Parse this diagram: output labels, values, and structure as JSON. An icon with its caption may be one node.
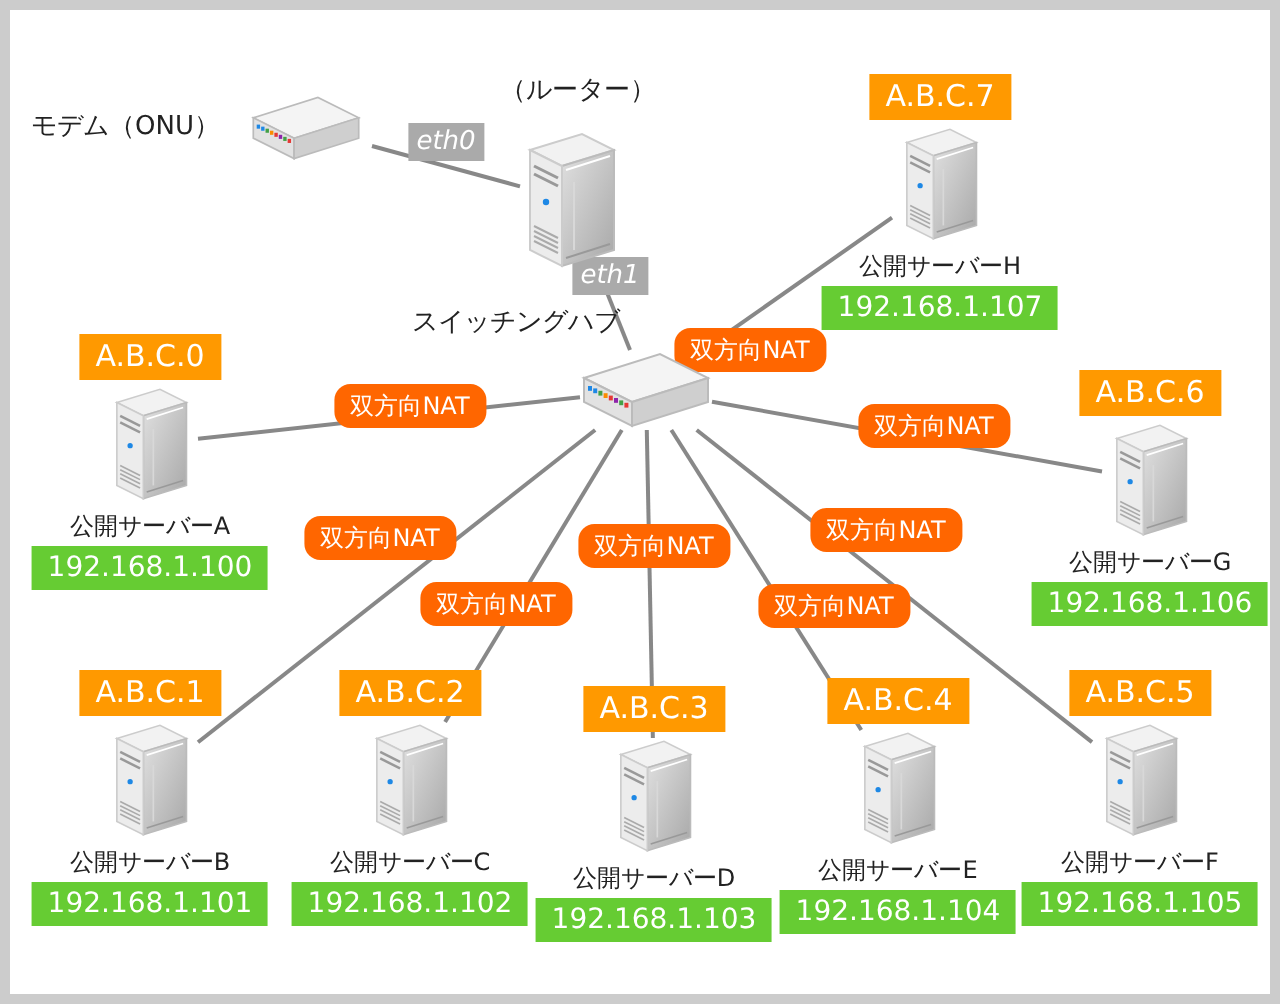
{
  "diagram": {
    "nodes": [
      {
        "text": [],
        "shape": "picture",
        "beside": [
          "モデム（ONU）"
        ]
      },
      {
        "text": [],
        "shape": "picture",
        "beside": [
          "（ルーター）"
        ]
      },
      {
        "text": [],
        "shape": "picture",
        "beside": [
          "スイッチングハブ"
        ]
      },
      {
        "text": [],
        "shape": "picture",
        "beside": [
          "A.B.C.0",
          "公開サーバーA",
          "192.168.1.100"
        ]
      },
      {
        "text": [],
        "shape": "picture",
        "beside": [
          "A.B.C.1",
          "公開サーバーB",
          "192.168.1.101"
        ]
      },
      {
        "text": [],
        "shape": "picture",
        "beside": [
          "A.B.C.2",
          "公開サーバーC",
          "192.168.1.102"
        ]
      },
      {
        "text": [],
        "shape": "picture",
        "beside": [
          "A.B.C.3",
          "公開サーバーD",
          "192.168.1.103"
        ]
      },
      {
        "text": [],
        "shape": "picture",
        "beside": [
          "A.B.C.4",
          "公開サーバーE",
          "192.168.1.104"
        ]
      },
      {
        "text": [],
        "shape": "picture",
        "beside": [
          "A.B.C.5",
          "公開サーバーF",
          "192.168.1.105"
        ]
      },
      {
        "text": [],
        "shape": "picture",
        "beside": [
          "A.B.C.6",
          "公開サーバーG",
          "192.168.1.106"
        ]
      },
      {
        "text": [],
        "shape": "picture",
        "beside": [
          "A.B.C.7",
          "公開サーバーH",
          "192.168.1.107"
        ]
      }
    ],
    "edges": [
      {
        "from": 0,
        "to": 1,
        "arrow": "none"
      },
      {
        "from": 1,
        "to": 2,
        "arrow": "none"
      },
      {
        "from": 2,
        "to": 10,
        "arrow": "none",
        "label": "双方向NAT"
      },
      {
        "from": 2,
        "to": 3,
        "arrow": "none",
        "label": "双方向NAT"
      },
      {
        "from": 2,
        "to": 9,
        "arrow": "none",
        "label": "双方向NAT"
      },
      {
        "from": 2,
        "to": 4,
        "arrow": "none",
        "label": "双方向NAT"
      },
      {
        "from": 2,
        "to": 5,
        "arrow": "none",
        "label": "双方向NAT"
      },
      {
        "from": 2,
        "to": 6,
        "arrow": "none",
        "label": "双方向NAT"
      },
      {
        "from": 2,
        "to": 8,
        "arrow": "none",
        "label": "双方向NAT"
      },
      {
        "from": 2,
        "to": 7,
        "arrow": "none",
        "label": "双方向NAT"
      }
    ],
    "labels": [
      "eth0",
      "eth1"
    ]
  }
}
